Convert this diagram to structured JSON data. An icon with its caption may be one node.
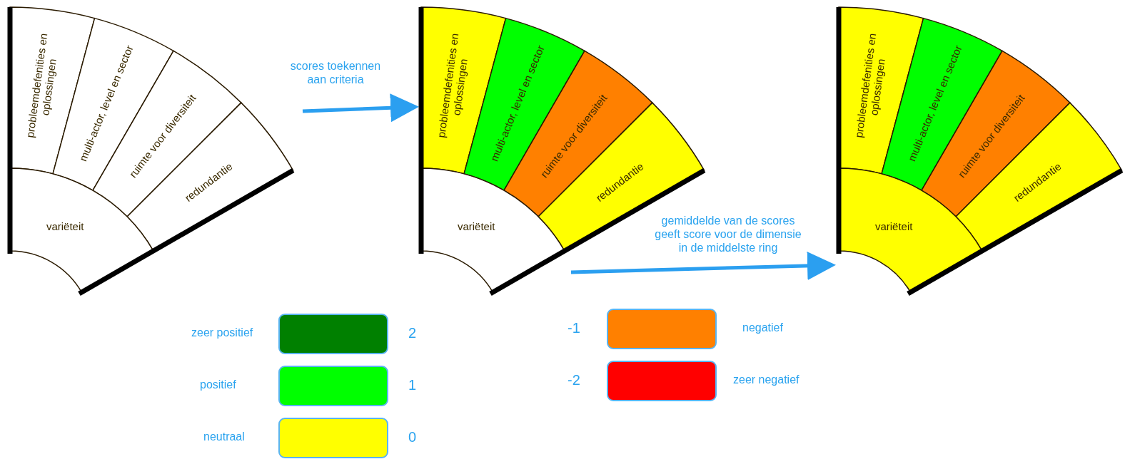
{
  "diagram": {
    "nodes": [
      {
        "text": [],
        "shape": "fan"
      },
      {
        "text": [
          "probleemdefenities en oplossingen"
        ],
        "in": 0
      },
      {
        "text": [
          "multi-actor, level en sector"
        ],
        "in": 0
      },
      {
        "text": [
          "ruimte voor diversiteit"
        ],
        "in": 0
      },
      {
        "text": [
          "redundantie"
        ],
        "in": 0
      },
      {
        "text": [
          "variëteit"
        ],
        "in": 0
      },
      {
        "text": [],
        "shape": "fan"
      },
      {
        "text": [
          "probleemdefenities en oplossingen"
        ],
        "in": 6
      },
      {
        "text": [
          "multi-actor, level en sector"
        ],
        "in": 6
      },
      {
        "text": [
          "ruimte voor diversiteit"
        ],
        "in": 6
      },
      {
        "text": [
          "redundantie"
        ],
        "in": 6
      },
      {
        "text": [
          "variëteit"
        ],
        "in": 6
      },
      {
        "text": [],
        "shape": "fan"
      },
      {
        "text": [
          "probleemdefenities en oplossingen"
        ],
        "in": 12
      },
      {
        "text": [
          "multi-actor, level en sector"
        ],
        "in": 12
      },
      {
        "text": [
          "ruimte voor diversiteit"
        ],
        "in": 12
      },
      {
        "text": [
          "redundantie"
        ],
        "in": 12
      },
      {
        "text": [
          "variëteit"
        ],
        "in": 12
      }
    ],
    "edges": [
      {
        "from": 0,
        "to": 6,
        "arrow": "to",
        "label": "scores toekennen aan criteria"
      },
      {
        "from": 6,
        "to": 12,
        "arrow": "to",
        "label": "gemiddelde van de scores geeft score voor de dimensie in de middelste ring"
      }
    ],
    "labels": [
      "2",
      "1",
      "0",
      "-1",
      "-2"
    ],
    "legend": [
      {
        "text": "zeer positief",
        "color": "#008000"
      },
      {
        "text": "positief",
        "color": "#00ff00"
      },
      {
        "text": "neutraal",
        "color": "#ffff00"
      },
      {
        "text": "negatief",
        "color": "#ff8000"
      },
      {
        "text": "zeer negatief",
        "color": "#ff0000"
      }
    ]
  }
}
